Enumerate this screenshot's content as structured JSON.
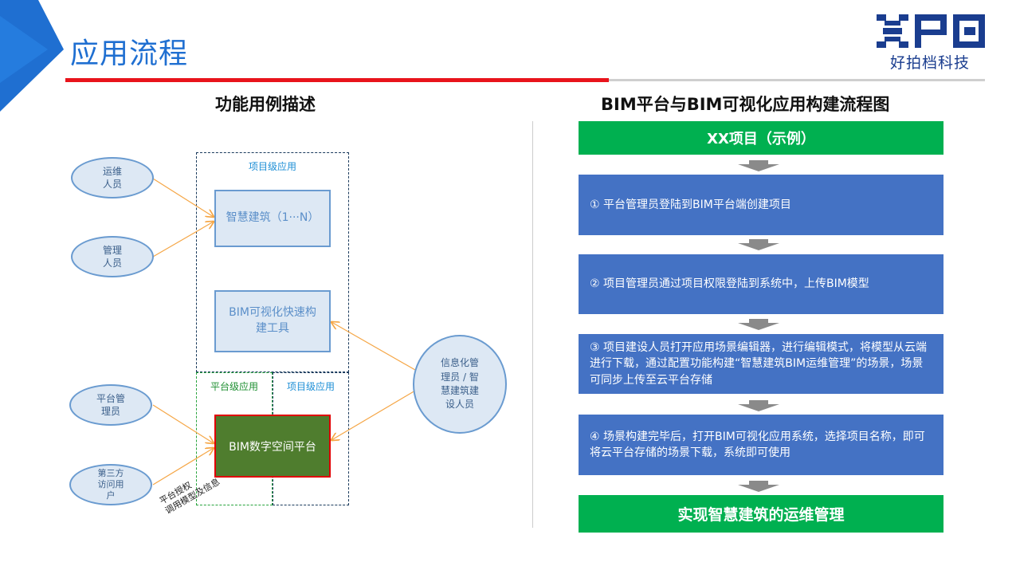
{
  "header": {
    "title": "应用流程",
    "logo_text": "好拍档科技",
    "logo_mark_icon": "xpd-logo-icon",
    "corner_icon": "corner-triangle-icon",
    "colors": {
      "accent_blue": "#1f6fd1",
      "rule_red": "#e8141c",
      "logo_navy": "#1a3d8f"
    }
  },
  "left": {
    "title": "功能用例描述",
    "zones": {
      "top_project": "项目级应用",
      "platform": "平台级应用",
      "bottom_project": "项目级应用"
    },
    "actors": {
      "ops": "运维\n人员",
      "manager": "管理\n人员",
      "platform_admin": "平台管\n理员",
      "third_party": "第三方\n访问用\n户",
      "info_manager": "信息化管\n理员 / 智\n慧建筑建\n设人员"
    },
    "boxes": {
      "smart_building": "智慧建筑（1···N）",
      "bim_tool": "BIM可视化快速构\n建工具",
      "bim_platform": "BIM数字空间平台"
    },
    "auth_label": "平台授权\n调用模型及信息",
    "colors": {
      "platform_fill": "#4f7d2e",
      "platform_border": "#e00000",
      "arrow": "#f5a646"
    }
  },
  "right": {
    "title": "BIM平台与BIM可视化应用构建流程图",
    "project": "XX项目（示例）",
    "steps": [
      "① 平台管理员登陆到BIM平台端创建项目",
      "② 项目管理员通过项目权限登陆到系统中，上传BIM模型",
      "③ 项目建设人员打开应用场景编辑器，进行编辑模式，将模型从云端进行下载，通过配置功能构建“智慧建筑BIM运维管理”的场景，场景可同步上传至云平台存储",
      "④ 场景构建完毕后，打开BIM可视化应用系统，选择项目名称，即可将云平台存储的场景下载，系统即可使用"
    ],
    "result": "实现智慧建筑的运维管理",
    "arrow_icon": "down-arrow-icon",
    "colors": {
      "green": "#00b050",
      "blue": "#4472c4"
    }
  }
}
